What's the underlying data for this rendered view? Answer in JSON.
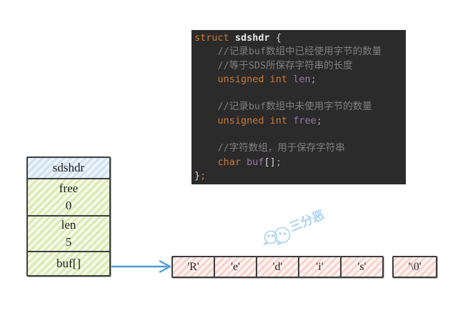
{
  "code": {
    "background": "#2b2b2b",
    "lines": [
      {
        "segments": [
          {
            "text": "struct ",
            "cls": "kw"
          },
          {
            "text": "sdshdr ",
            "cls": "name"
          },
          {
            "text": "{",
            "cls": "plain"
          }
        ]
      },
      {
        "segments": [
          {
            "text": "    ",
            "cls": "plain"
          },
          {
            "text": "//记录buf数组中已经使用字节的数量",
            "cls": "comment"
          }
        ]
      },
      {
        "segments": [
          {
            "text": "    ",
            "cls": "plain"
          },
          {
            "text": "//等于SDS所保存字符串的长度",
            "cls": "comment"
          }
        ]
      },
      {
        "segments": [
          {
            "text": "    ",
            "cls": "plain"
          },
          {
            "text": "unsigned int ",
            "cls": "kw"
          },
          {
            "text": "len",
            "cls": "id"
          },
          {
            "text": ";",
            "cls": "punct"
          }
        ]
      },
      {
        "segments": []
      },
      {
        "segments": [
          {
            "text": "    ",
            "cls": "plain"
          },
          {
            "text": "//记录buf数组中未使用字节的数量",
            "cls": "comment"
          }
        ]
      },
      {
        "segments": [
          {
            "text": "    ",
            "cls": "plain"
          },
          {
            "text": "unsigned int ",
            "cls": "kw"
          },
          {
            "text": "free",
            "cls": "id"
          },
          {
            "text": ";",
            "cls": "punct"
          }
        ]
      },
      {
        "segments": []
      },
      {
        "segments": [
          {
            "text": "    ",
            "cls": "plain"
          },
          {
            "text": "//字符数组，用于保存字符串",
            "cls": "comment"
          }
        ]
      },
      {
        "segments": [
          {
            "text": "    ",
            "cls": "plain"
          },
          {
            "text": "char ",
            "cls": "kw"
          },
          {
            "text": "buf",
            "cls": "id"
          },
          {
            "text": "[]",
            "cls": "plain"
          },
          {
            "text": ";",
            "cls": "punct"
          }
        ]
      },
      {
        "segments": [
          {
            "text": "}",
            "cls": "plain"
          },
          {
            "text": ";",
            "cls": "kw"
          }
        ]
      }
    ]
  },
  "struct_box": {
    "header": "sdshdr",
    "rows": [
      {
        "label": "free",
        "value": "0"
      },
      {
        "label": "len",
        "value": "5"
      },
      {
        "label": "buf[]",
        "value": null
      }
    ]
  },
  "char_array": {
    "cells": [
      "'R'",
      "'e'",
      "'d'",
      "'i'",
      "'s'"
    ],
    "terminator": "'\\0'"
  },
  "watermark": {
    "text": "三分恶",
    "icon": "wechat-chat-bubbles-icon",
    "color": "#a9d3f0"
  },
  "colors": {
    "arrow": "#4f9bd8",
    "code_keyword": "#cc7832",
    "code_identifier": "#9876aa",
    "code_comment": "#7f7f7f",
    "hatch_blue": "#cfe0f2",
    "hatch_green": "#dce9b2",
    "hatch_pink": "#f7d2cb",
    "border": "#3d3d3d"
  }
}
